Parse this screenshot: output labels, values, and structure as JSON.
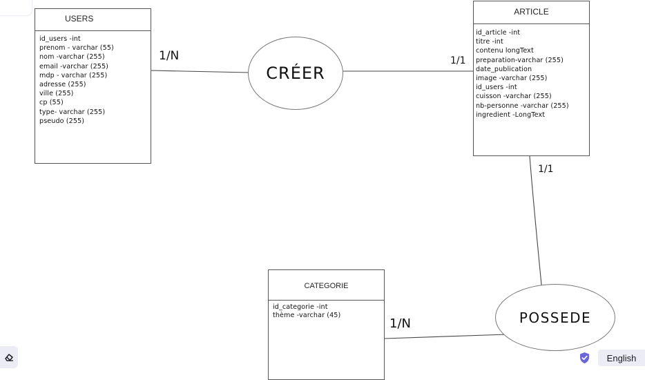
{
  "diagram": {
    "entities": {
      "users": {
        "title": "USERS",
        "attributes": [
          "id_users -int",
          "prenom - varchar (55)",
          "nom -varchar (255)",
          "email -varchar (255)",
          "mdp - varchar (255)",
          "adresse (255)",
          "ville (255)",
          "cp (55)",
          "type- varchar (255)",
          "pseudo (255)"
        ]
      },
      "article": {
        "title": "ARTICLE",
        "attributes": [
          "id_article -int",
          "titre -int",
          "contenu longText",
          "preparation-varchar (255)",
          "date_publication",
          "image -varchar (255)",
          "id_users -int",
          "cuisson -varchar (255)",
          "nb-personne -varchar (255)",
          "ingredient -LongText"
        ]
      },
      "categorie": {
        "title": "CATEGORIE",
        "attributes": [
          "id_categorie -int",
          "thème -varchar (45)"
        ]
      }
    },
    "associations": {
      "creer": "CRÉER",
      "possede": "POSSEDE"
    },
    "cardinalities": {
      "users_creer": "1/N",
      "creer_article": "1/1",
      "article_possede": "1/1",
      "categorie_possede": "1/N"
    }
  },
  "ui": {
    "language_label": "English",
    "eraser_icon": "eraser-icon",
    "privacy_icon": "shield-check-icon",
    "accent_color": "#6965db"
  }
}
